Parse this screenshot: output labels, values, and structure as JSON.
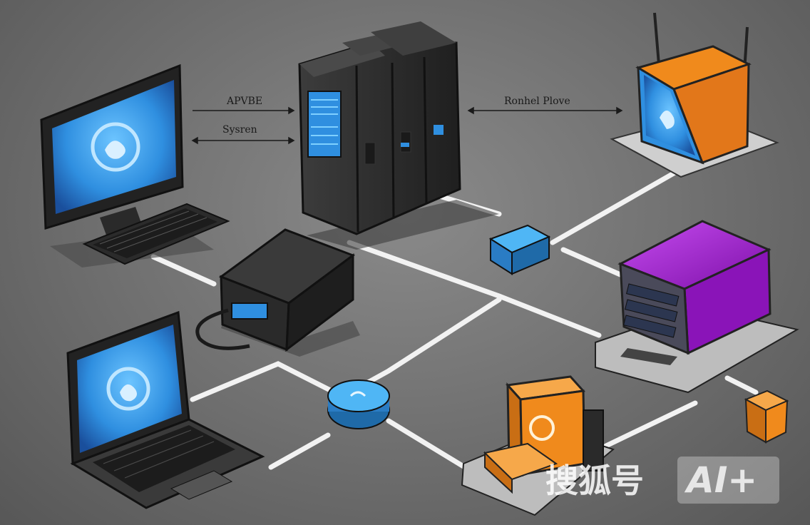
{
  "diagram": {
    "labels": {
      "top_left_upper": "APVBE",
      "top_left_lower": "Sysren",
      "top_right": "Ronhel Plove"
    },
    "devices": [
      "desktop-monitor",
      "keyboard",
      "server-tower",
      "wifi-router",
      "network-switch",
      "external-drive",
      "laptop",
      "puck-hub",
      "purple-server-box",
      "orange-storage-block",
      "orange-cube"
    ],
    "colors": {
      "background": "#7a7a7a",
      "screen_blue": "#2f8fe0",
      "orange": "#f08a1c",
      "purple": "#a01fc8",
      "connector": "#f2f2f2",
      "device_dark": "#2e2e2e"
    }
  },
  "watermark": {
    "brand": "搜狐号",
    "badge": "AI+"
  }
}
